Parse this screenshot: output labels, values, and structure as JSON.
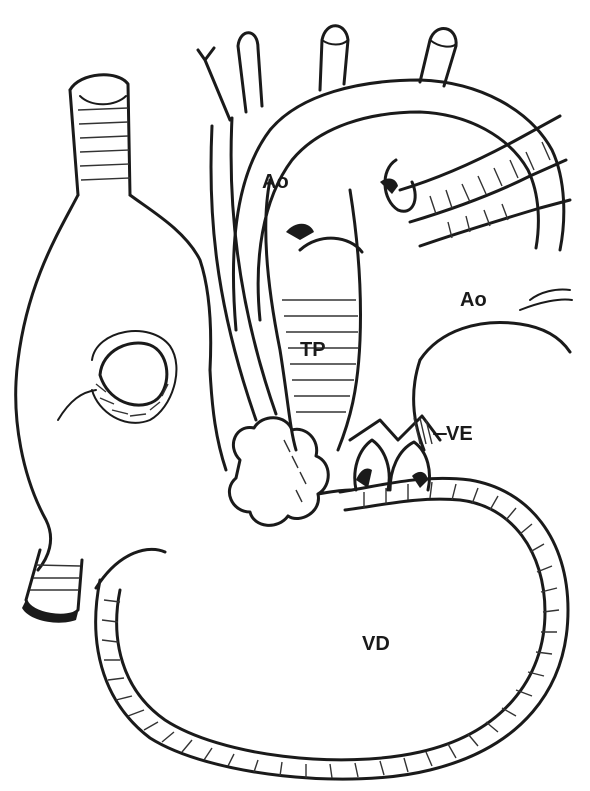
{
  "labels": {
    "ao_upper": "Ao",
    "ao_right": "Ao",
    "tp": "TP",
    "ve": "VE",
    "vd": "VD"
  },
  "colors": {
    "ink": "#1a1a1a",
    "background": "#ffffff"
  }
}
